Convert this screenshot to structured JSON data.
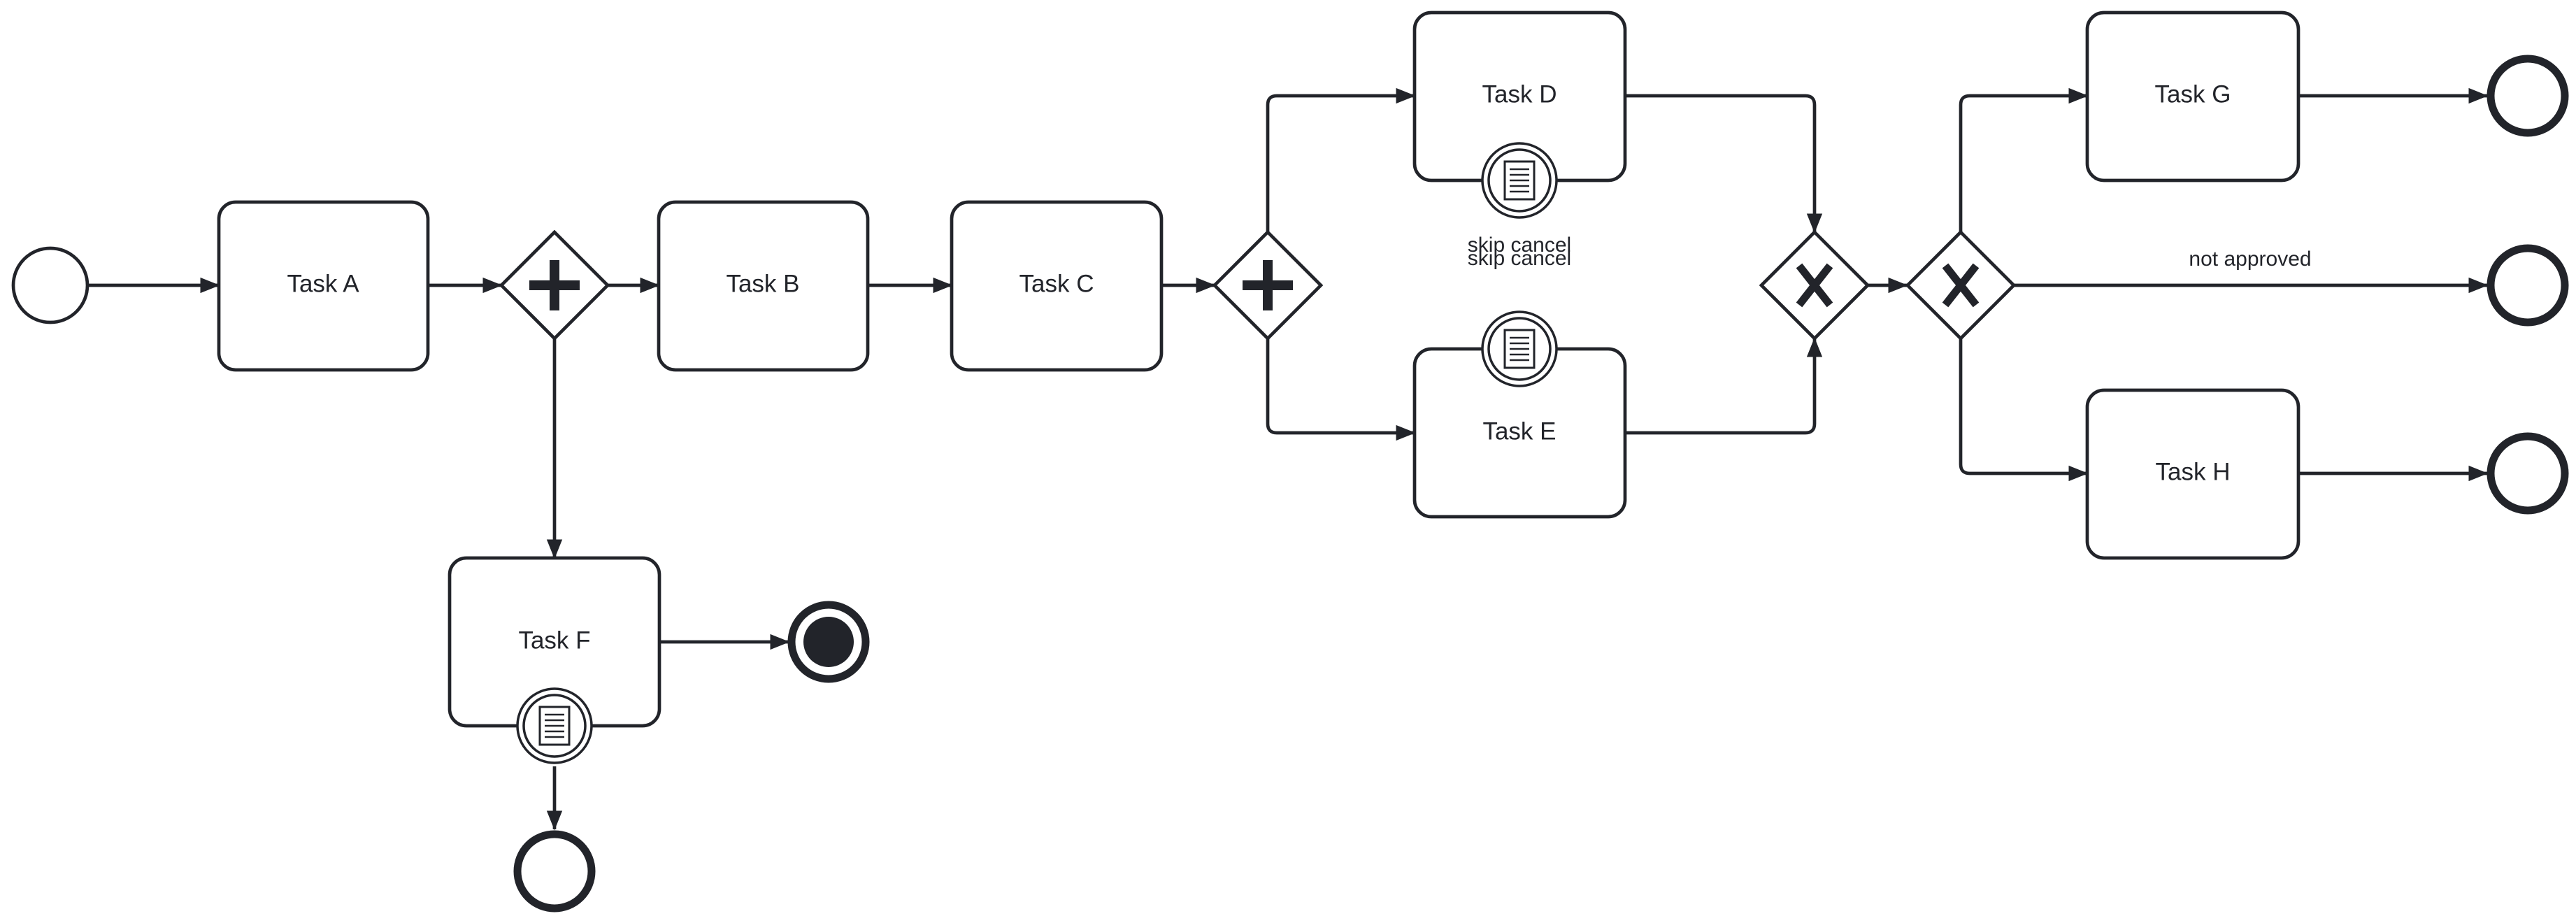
{
  "diagram": {
    "type": "bpmn-process",
    "tasks": {
      "a": "Task A",
      "b": "Task B",
      "c": "Task C",
      "d": "Task D",
      "e": "Task E",
      "f": "Task F",
      "g": "Task G",
      "h": "Task H"
    },
    "boundary_labels": {
      "d": "skip cancel",
      "e": "skip cancel"
    },
    "flow_labels": {
      "not_approved": "not approved"
    },
    "gateways": {
      "parallel_1": "parallel",
      "parallel_2": "parallel",
      "exclusive_1": "exclusive",
      "exclusive_2": "exclusive"
    },
    "icons": {
      "boundary_event": "conditional-document-icon",
      "parallel_marker": "plus-icon",
      "exclusive_marker": "x-icon"
    },
    "colors": {
      "stroke": "#22242a",
      "fill": "#ffffff"
    }
  }
}
